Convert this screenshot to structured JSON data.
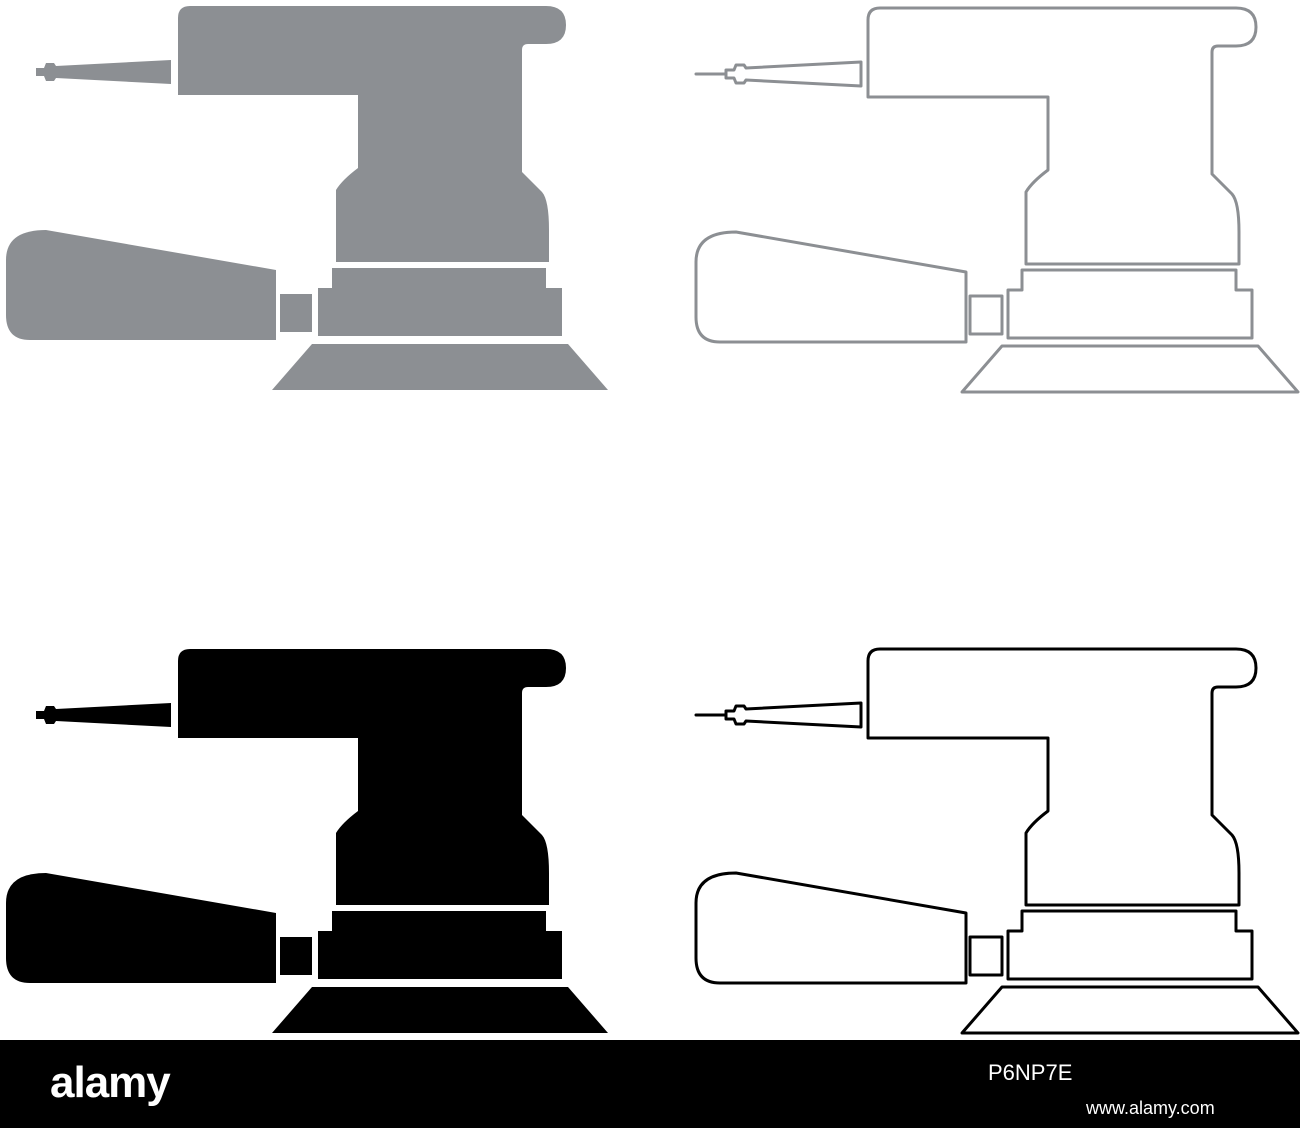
{
  "icons": [
    {
      "name": "orbital-sander-icon-filled-grey",
      "style": "filled",
      "color": "#8c8f93"
    },
    {
      "name": "orbital-sander-icon-outline-grey",
      "style": "outline",
      "color": "#8c8f93"
    },
    {
      "name": "orbital-sander-icon-filled-black",
      "style": "filled",
      "color": "#000000"
    },
    {
      "name": "orbital-sander-icon-outline-black",
      "style": "outline",
      "color": "#000000"
    }
  ],
  "footer": {
    "brand": "alamy",
    "image_id": "P6NP7E",
    "url": "www.alamy.com",
    "background": "#000000",
    "text_color": "#ffffff"
  }
}
